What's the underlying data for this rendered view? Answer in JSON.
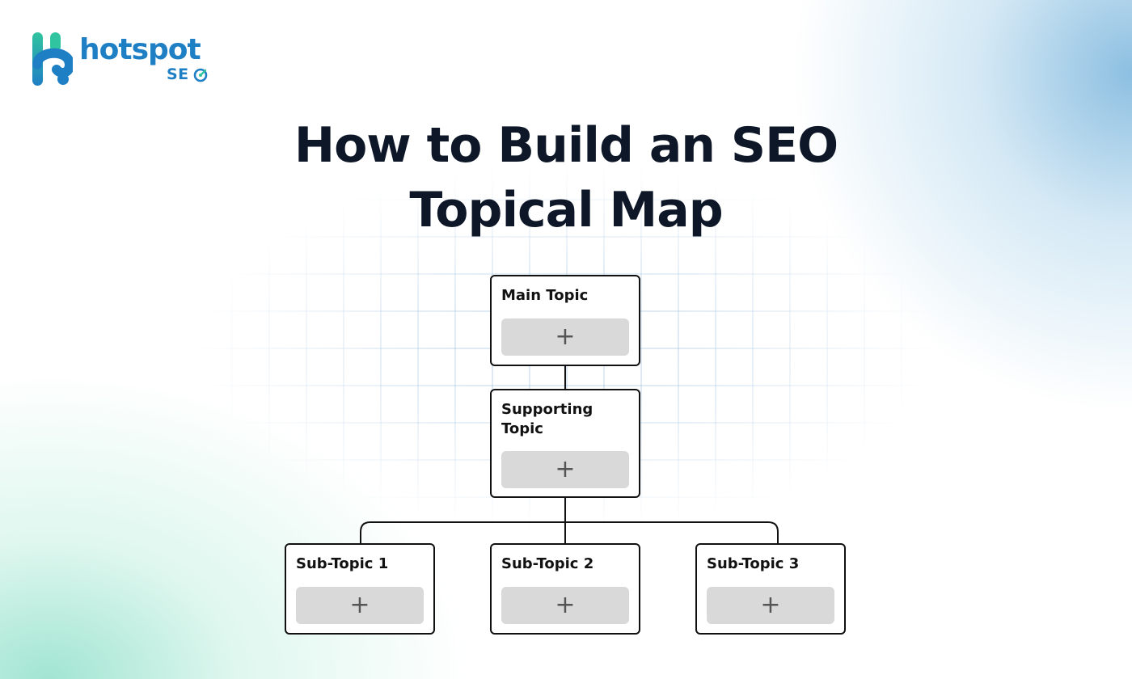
{
  "brand": {
    "name": "hotspot",
    "sub": "SE",
    "primary_color": "#1f7fc4",
    "accent_color": "#31c4a0",
    "icons": [
      "brand-h-logo-icon",
      "globe-o-icon"
    ]
  },
  "title_lines": [
    "How to Build an SEO",
    "Topical Map"
  ],
  "diagram": {
    "main": {
      "label": "Main Topic",
      "add_symbol": "+"
    },
    "supporting": {
      "label": "Supporting Topic",
      "add_symbol": "+"
    },
    "subtopics": [
      {
        "label": "Sub-Topic 1",
        "add_symbol": "+"
      },
      {
        "label": "Sub-Topic 2",
        "add_symbol": "+"
      },
      {
        "label": "Sub-Topic 3",
        "add_symbol": "+"
      }
    ]
  },
  "colors": {
    "title": "#0d1728",
    "node_border": "#111111",
    "add_button_bg": "#d9d9d9",
    "add_symbol": "#555555"
  }
}
